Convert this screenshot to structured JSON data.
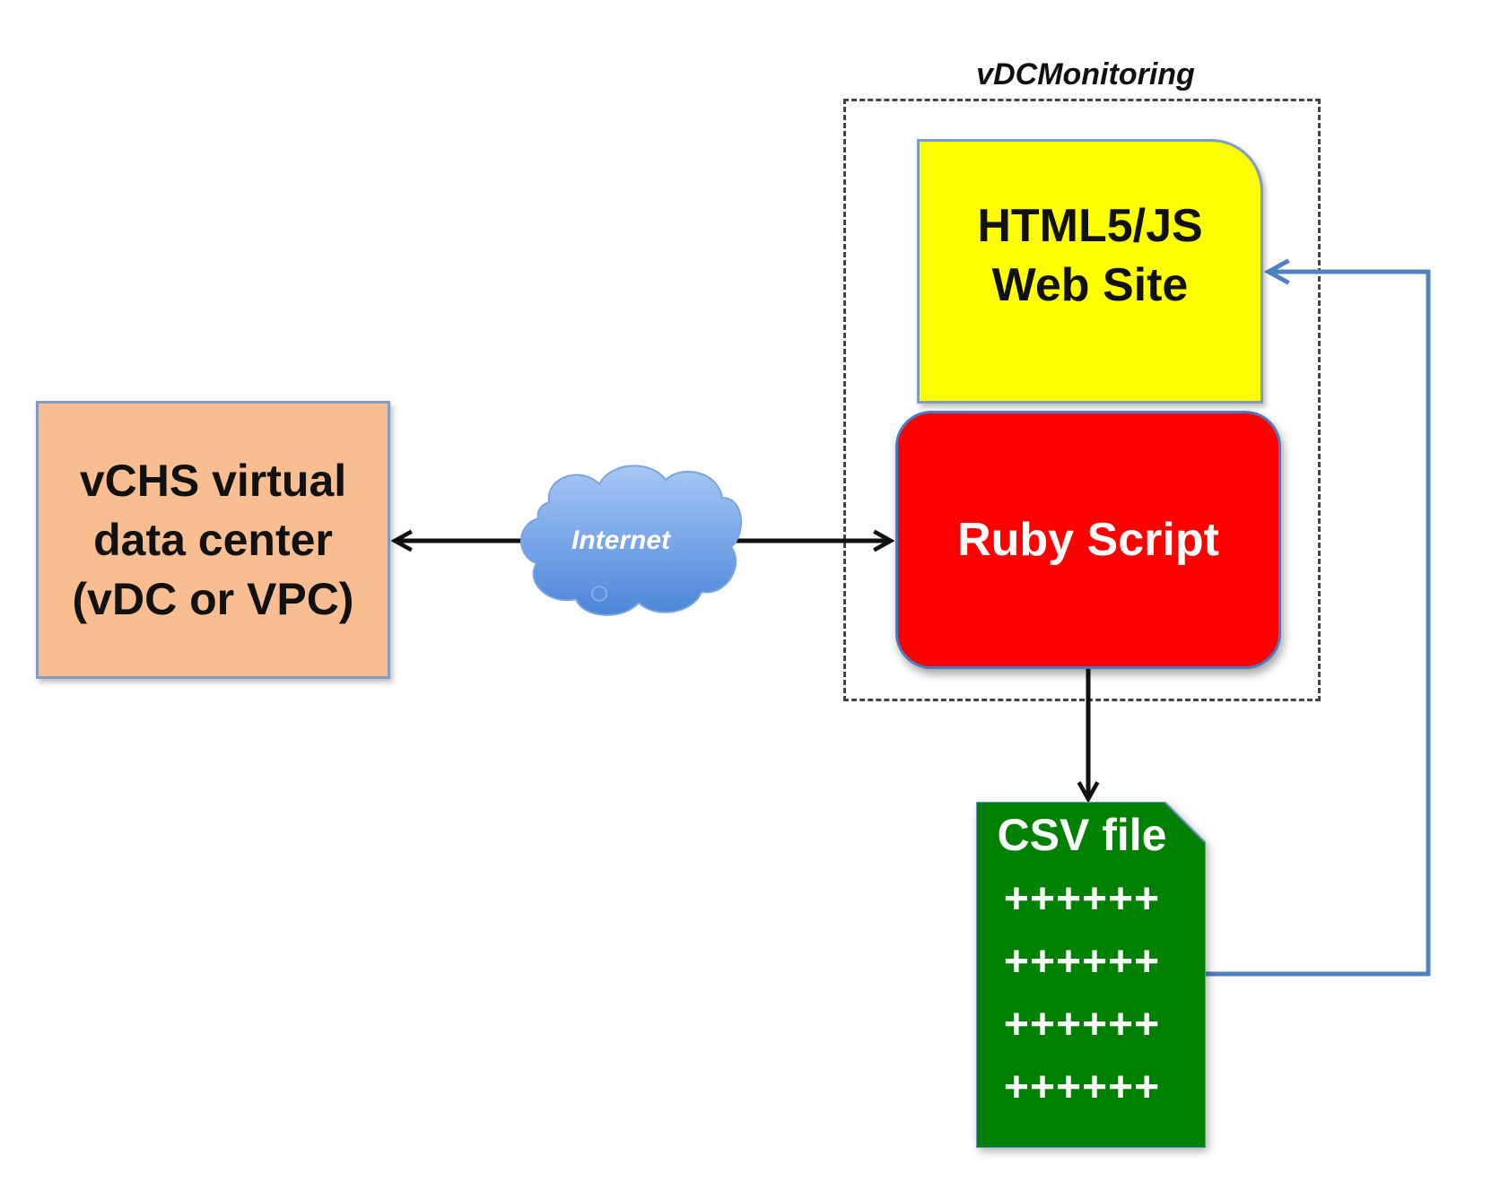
{
  "group": {
    "label": "vDCMonitoring"
  },
  "nodes": {
    "vdc": {
      "lines": [
        "vCHS virtual",
        "data center",
        "(vDC or VPC)"
      ],
      "fill": "#f8bd91"
    },
    "website": {
      "lines": [
        "HTML5/JS",
        "Web Site"
      ],
      "fill": "#ffff00"
    },
    "ruby": {
      "label": "Ruby Script",
      "fill": "#ff0000"
    },
    "cloud": {
      "label": "Internet",
      "fill": "#6f9fe0"
    },
    "csv": {
      "title": "CSV file",
      "rows": [
        "++++++",
        "++++++",
        "++++++",
        "++++++"
      ],
      "fill": "#008000"
    }
  },
  "edges": [
    {
      "from": "internet",
      "to": "vdc",
      "style": "arrow",
      "color": "#111111"
    },
    {
      "from": "internet",
      "to": "ruby",
      "style": "arrow",
      "color": "#111111"
    },
    {
      "from": "ruby",
      "to": "csv",
      "style": "arrow",
      "color": "#111111"
    },
    {
      "from": "csv",
      "to": "website",
      "style": "arrow",
      "color": "#4f81bd"
    }
  ]
}
